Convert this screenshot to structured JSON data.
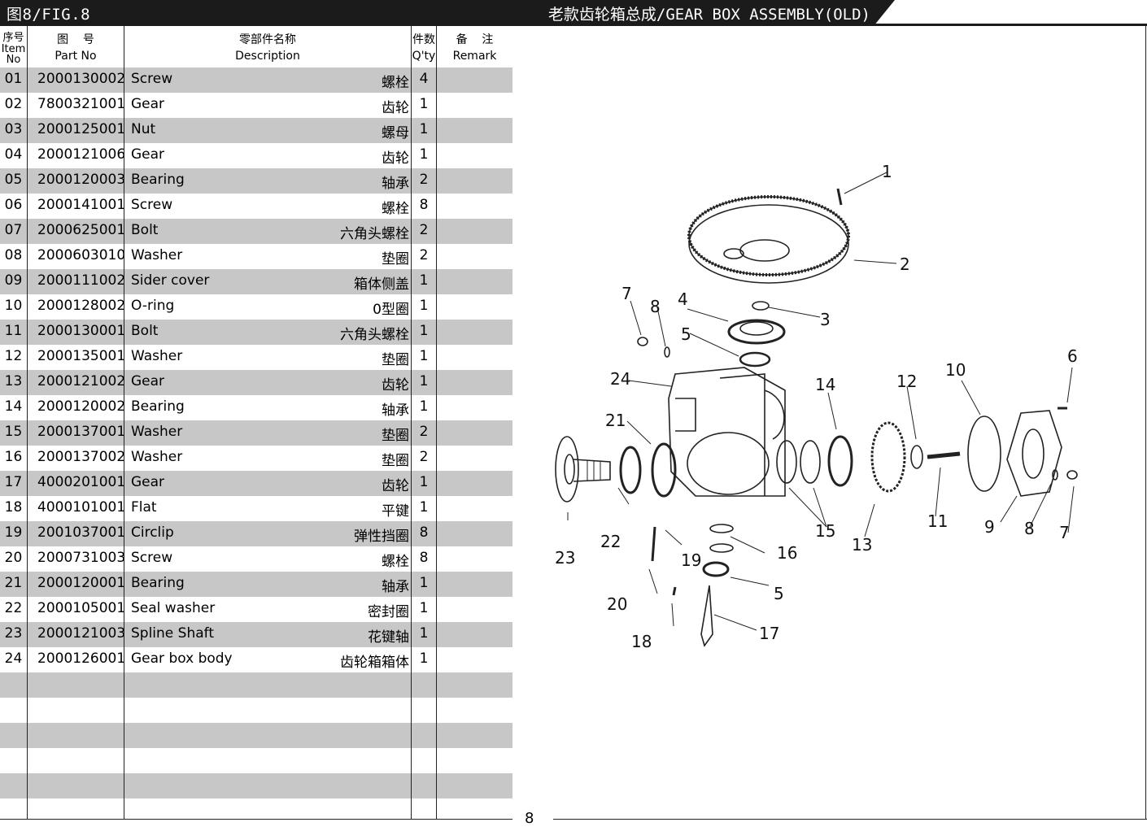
{
  "header": {
    "fig_label": "图8/FIG.8",
    "title": "老款齿轮箱总成/GEAR BOX ASSEMBLY(OLD)"
  },
  "table": {
    "headers": {
      "item_no_cn": "序号",
      "item_no_en1": "Item",
      "item_no_en2": "No",
      "part_no_cn": "图    号",
      "part_no_en": "Part No",
      "desc_cn": "零部件名称",
      "desc_en": "Description",
      "qty_cn": "件数",
      "qty_en": "Q'ty",
      "remark_cn": "备    注",
      "remark_en": "Remark"
    },
    "rows": [
      {
        "no": "01",
        "part": "2000130002",
        "en": "Screw",
        "cn": "螺栓",
        "qty": "4"
      },
      {
        "no": "02",
        "part": "7800321001",
        "en": "Gear",
        "cn": "齿轮",
        "qty": "1"
      },
      {
        "no": "03",
        "part": "2000125001",
        "en": "Nut",
        "cn": "螺母",
        "qty": "1"
      },
      {
        "no": "04",
        "part": "2000121006",
        "en": "Gear",
        "cn": "齿轮",
        "qty": "1"
      },
      {
        "no": "05",
        "part": "2000120003",
        "en": "Bearing",
        "cn": "轴承",
        "qty": "2"
      },
      {
        "no": "06",
        "part": "2000141001",
        "en": "Screw",
        "cn": "螺栓",
        "qty": "8"
      },
      {
        "no": "07",
        "part": "2000625001",
        "en": "Bolt",
        "cn": "六角头螺栓",
        "qty": "2"
      },
      {
        "no": "08",
        "part": "2000603010",
        "en": "Washer",
        "cn": "垫圈",
        "qty": "2"
      },
      {
        "no": "09",
        "part": "2000111002",
        "en": "Sider cover",
        "cn": "箱体侧盖",
        "qty": "1"
      },
      {
        "no": "10",
        "part": "2000128002",
        "en": "O-ring",
        "cn": "0型圈",
        "qty": "1"
      },
      {
        "no": "11",
        "part": "2000130001",
        "en": "Bolt",
        "cn": "六角头螺栓",
        "qty": "1"
      },
      {
        "no": "12",
        "part": "2000135001",
        "en": "Washer",
        "cn": "垫圈",
        "qty": "1"
      },
      {
        "no": "13",
        "part": "2000121002",
        "en": "Gear",
        "cn": "齿轮",
        "qty": "1"
      },
      {
        "no": "14",
        "part": "2000120002",
        "en": "Bearing",
        "cn": "轴承",
        "qty": "1"
      },
      {
        "no": "15",
        "part": "2000137001",
        "en": "Washer",
        "cn": "垫圈",
        "qty": "2"
      },
      {
        "no": "16",
        "part": "2000137002",
        "en": "Washer",
        "cn": "垫圈",
        "qty": "2"
      },
      {
        "no": "17",
        "part": "4000201001",
        "en": "Gear",
        "cn": "齿轮",
        "qty": "1"
      },
      {
        "no": "18",
        "part": "4000101001",
        "en": "Flat",
        "cn": "平键",
        "qty": "1"
      },
      {
        "no": "19",
        "part": "2001037001",
        "en": "Circlip",
        "cn": "弹性挡圈",
        "qty": "8"
      },
      {
        "no": "20",
        "part": "2000731003",
        "en": "Screw",
        "cn": "螺栓",
        "qty": "8"
      },
      {
        "no": "21",
        "part": "2000120001",
        "en": "Bearing",
        "cn": "轴承",
        "qty": "1"
      },
      {
        "no": "22",
        "part": "2000105001",
        "en": "Seal washer",
        "cn": "密封圈",
        "qty": "1"
      },
      {
        "no": "23",
        "part": "2000121003",
        "en": "Spline Shaft",
        "cn": "花键轴",
        "qty": "1"
      },
      {
        "no": "24",
        "part": "2000126001",
        "en": "Gear box body",
        "cn": "齿轮箱箱体",
        "qty": "1"
      }
    ]
  },
  "diagram": {
    "callouts": [
      "1",
      "2",
      "3",
      "4",
      "5",
      "6",
      "7",
      "8",
      "9",
      "10",
      "11",
      "12",
      "13",
      "14",
      "15",
      "16",
      "17",
      "18",
      "19",
      "20",
      "21",
      "22",
      "23",
      "24"
    ],
    "callout_5_second": "5",
    "callout_7_second": "7",
    "callout_8_second": "8"
  },
  "page_number": "8"
}
